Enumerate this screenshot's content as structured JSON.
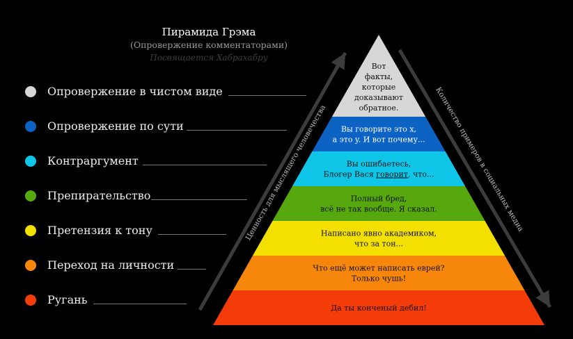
{
  "header": {
    "title": "Пирамида Грэма",
    "subtitle": "(Опровержение комментаторами)",
    "dedication": "Посвящается Хабрахабру"
  },
  "legend": [
    {
      "label": "Опровержение в чистом виде",
      "color": "#d7d7d7"
    },
    {
      "label": "Опровержение по сути",
      "color": "#0c63c4"
    },
    {
      "label": "Контраргумент",
      "color": "#0fc6e8"
    },
    {
      "label": "Препирательство",
      "color": "#56a80e"
    },
    {
      "label": "Претензия к тону",
      "color": "#f3e000"
    },
    {
      "label": "Переход на личности",
      "color": "#f7870c"
    },
    {
      "label": "Ругань",
      "color": "#f43c09"
    }
  ],
  "pyramid": {
    "levels": [
      {
        "lines": [
          "Вот",
          "факты,",
          "которые",
          "доказывают",
          "обратное."
        ],
        "color": "#d7d7d7"
      },
      {
        "lines": [
          "Вы говорите это x,",
          "а это y. И вот почему..."
        ],
        "color": "#0c63c4"
      },
      {
        "lines": [
          "Вы ошибаетесь,",
          "Блогер Вася говорит, что..."
        ],
        "underline_word": "говорит",
        "color": "#0fc6e8"
      },
      {
        "lines": [
          "Полный бред,",
          "всё не так вообще. Я сказал."
        ],
        "color": "#56a80e"
      },
      {
        "lines": [
          "Написано явно академиком,",
          "что за тон..."
        ],
        "color": "#f3e000"
      },
      {
        "lines": [
          "Что ещё может написать еврей?",
          "Только чушь!"
        ],
        "color": "#f7870c"
      },
      {
        "lines": [
          "Да ты конченый дебил!"
        ],
        "color": "#f43c09"
      }
    ]
  },
  "arrows": {
    "left_label": "Ценность для мыслящего человечества",
    "right_label": "Количество примеров в социальных медиа"
  }
}
